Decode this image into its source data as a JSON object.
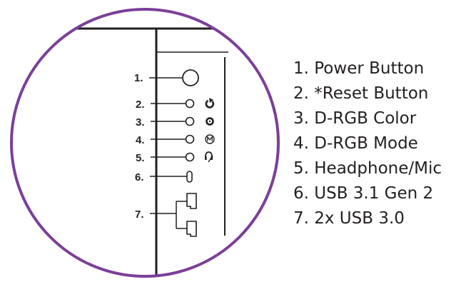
{
  "colors": {
    "ring": "#7b3f98",
    "line": "#231f20",
    "background": "#ffffff"
  },
  "callouts": [
    "1.",
    "2.",
    "3.",
    "4.",
    "5.",
    "6.",
    "7."
  ],
  "icons": {
    "reset": "reset-icon",
    "color": "rgb-color-icon",
    "mode": "rgb-mode-icon",
    "audio": "headphone-mic-icon"
  },
  "legend": [
    "1. Power Button",
    "2. *Reset Button",
    "3. D-RGB Color",
    "4. D-RGB Mode",
    "5. Headphone/Mic",
    "6. USB 3.1 Gen 2",
    "7. 2x USB 3.0"
  ]
}
